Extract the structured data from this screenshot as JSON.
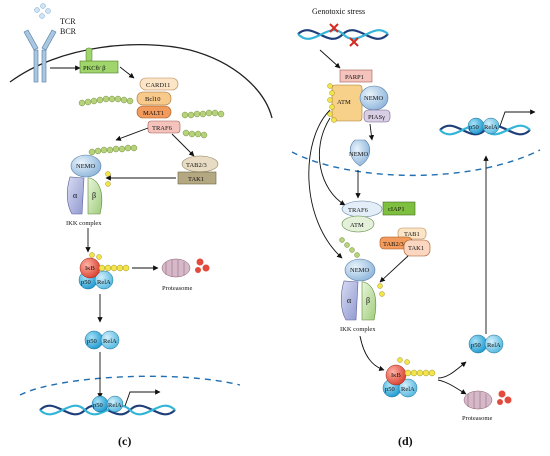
{
  "panel_c": {
    "receptors": [
      "TCR",
      "BCR"
    ],
    "pkc": "PKCθ/ β",
    "card": "CARD11",
    "bcl": "Bcl10",
    "malt": "MALT1",
    "traf": "TRAF6",
    "nemo": "NEMO",
    "alpha": "α",
    "beta": "β",
    "tab": "TAB2/3",
    "tak": "TAK1",
    "ikk": "IKK complex",
    "ikb": "IκB",
    "p50": "p50",
    "rela": "RelA",
    "proteasome": "Proteasome",
    "label": "(c)"
  },
  "panel_d": {
    "stress": "Genotoxic stress",
    "parp": "PARP1",
    "atm": "ATM",
    "nemo": "NEMO",
    "pias": "PIASγ",
    "traf": "TRAF6",
    "ciap": "cIAP1",
    "atm2": "ATM",
    "tab1": "TAB1",
    "tab23": "TAB2/3",
    "tak": "TAK1",
    "nemo2": "NEMO",
    "alpha": "α",
    "beta": "β",
    "ikk": "IKK complex",
    "ikb": "IκB",
    "p50": "p50",
    "rela": "RelA",
    "proteasome": "Proteasome",
    "label": "(d)"
  },
  "colors": {
    "dna_dark": "#1f3f7a",
    "dna_light": "#33b5d8",
    "ub_green": "#a8c66a",
    "p_yellow": "#f2e44a",
    "nemo_blue": "#b8d4ec",
    "ikb_red": "#e8604f",
    "p50_blue": "#29a9df"
  }
}
